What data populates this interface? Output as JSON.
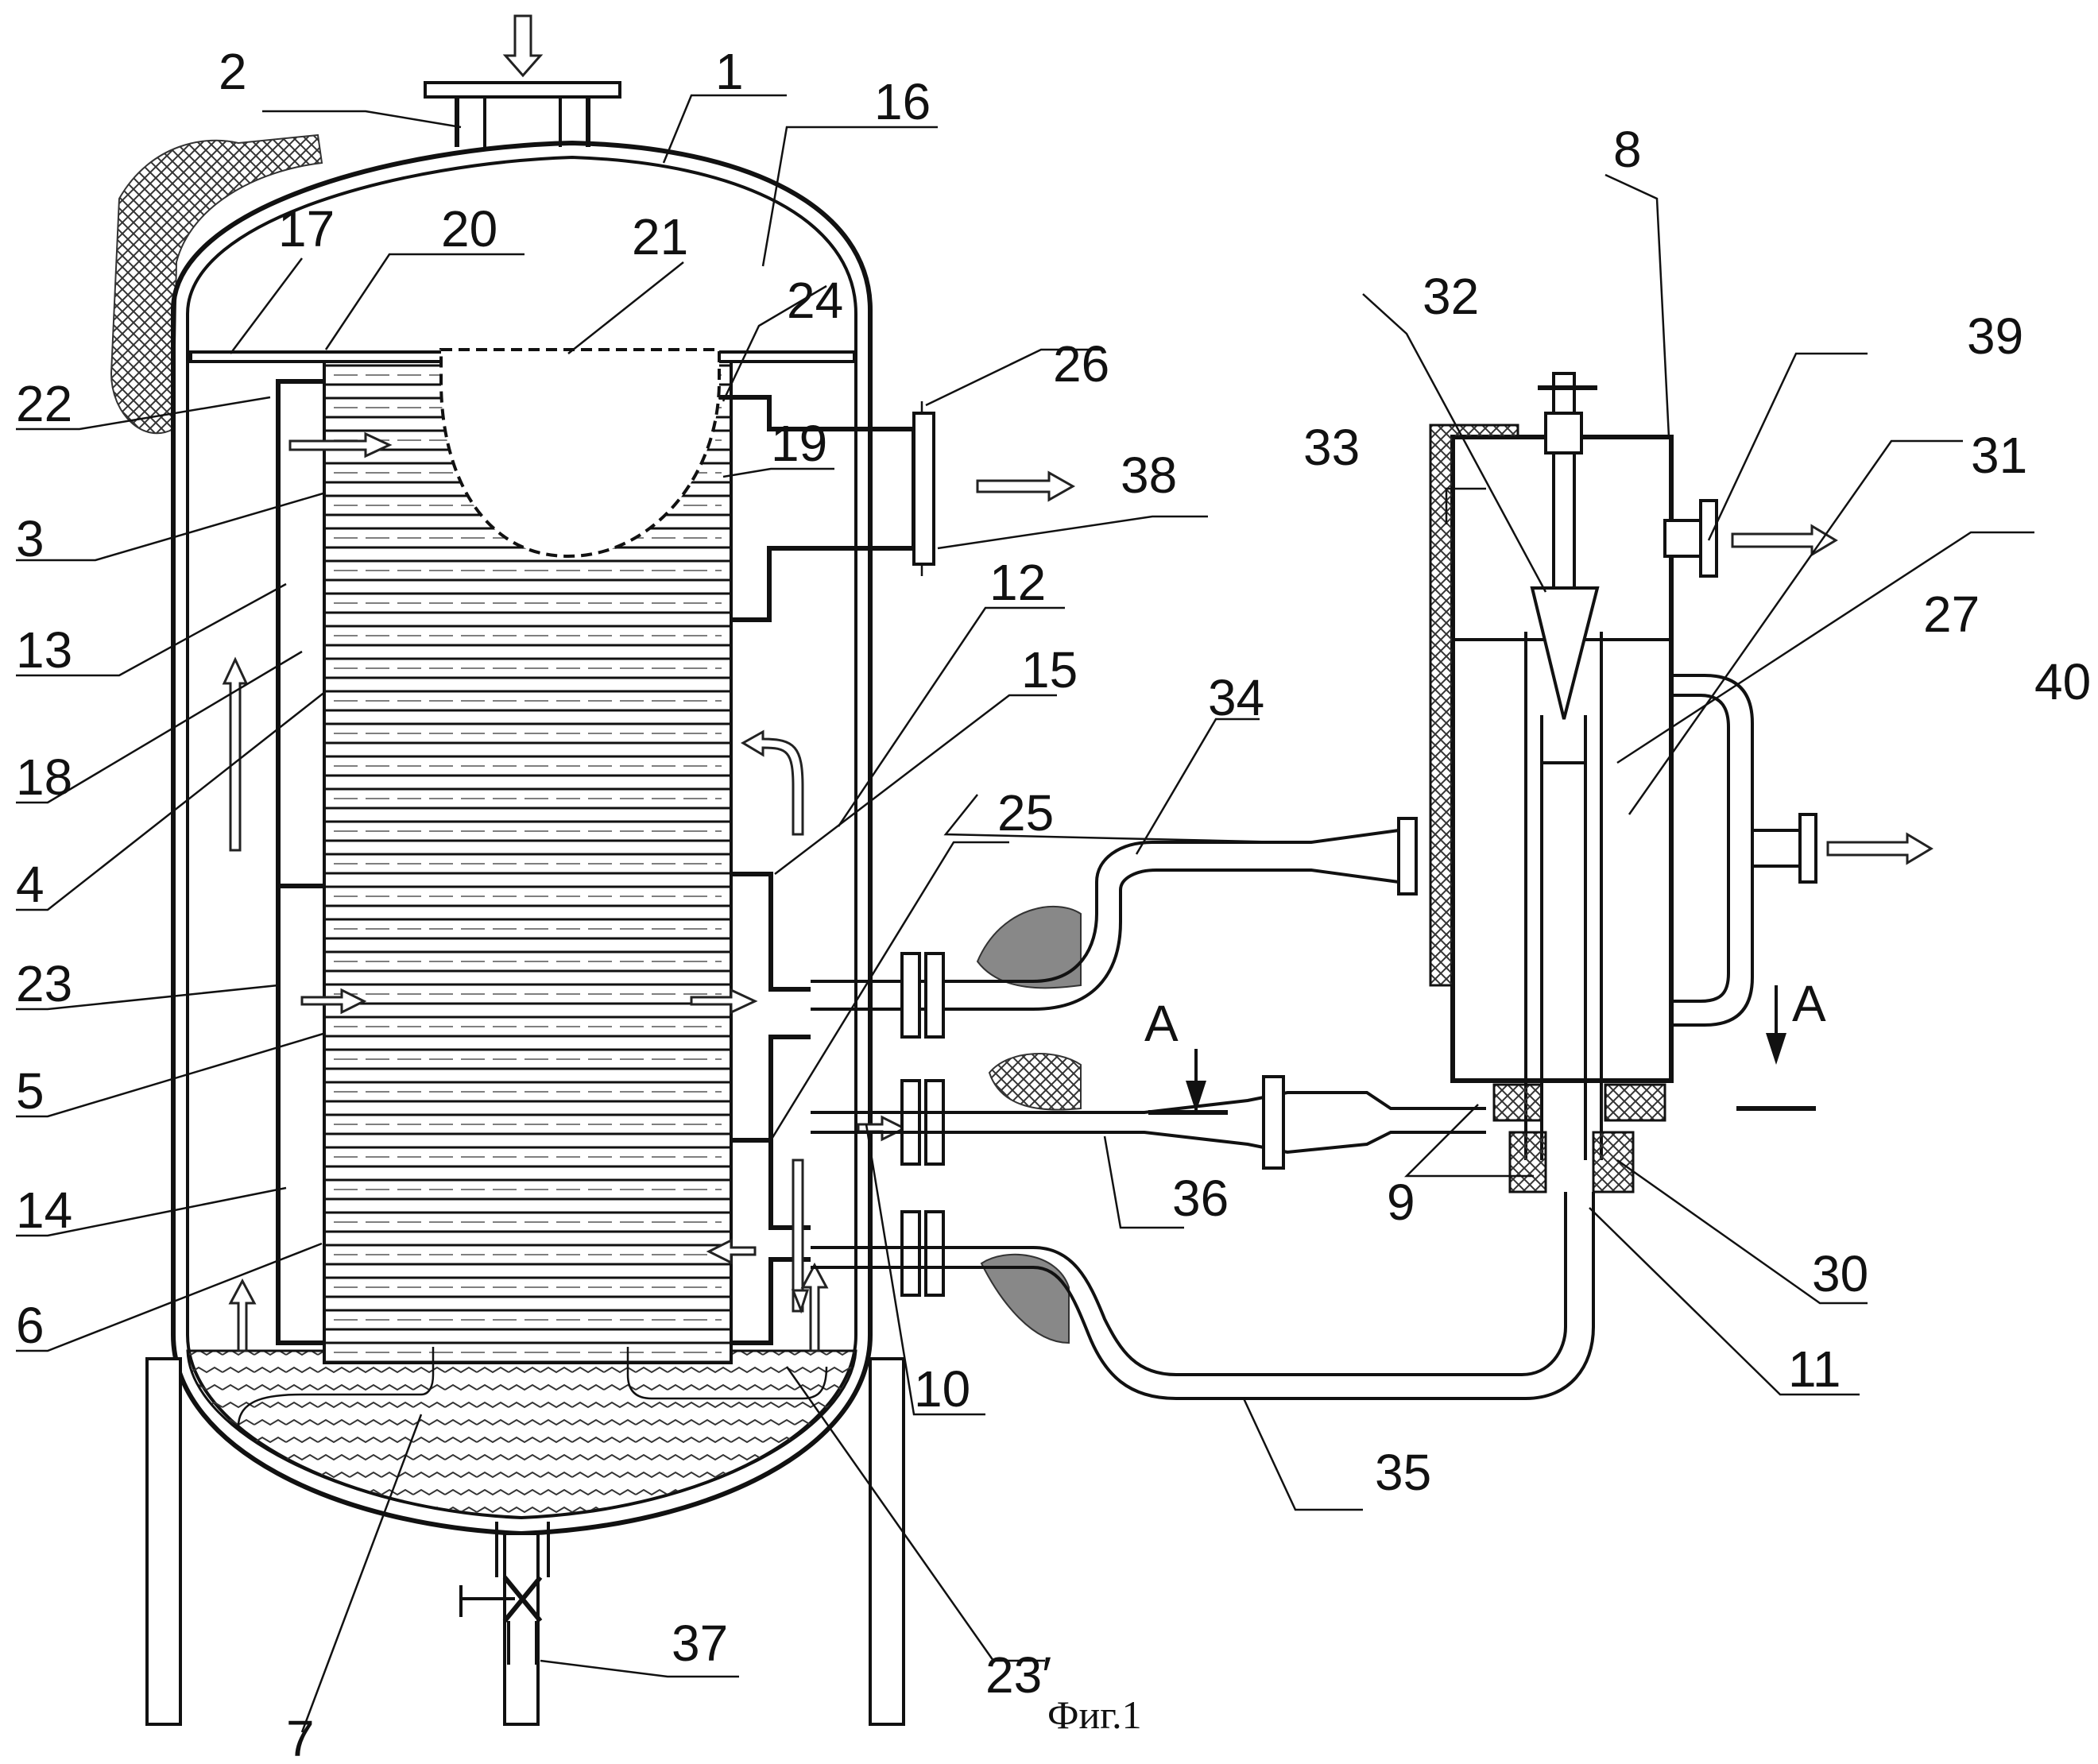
{
  "figure": {
    "caption": "Фиг.1",
    "section_mark": "A",
    "callouts": [
      {
        "id": "c1",
        "text": "1"
      },
      {
        "id": "c2",
        "text": "2"
      },
      {
        "id": "c3",
        "text": "3"
      },
      {
        "id": "c4",
        "text": "4"
      },
      {
        "id": "c5",
        "text": "5"
      },
      {
        "id": "c6",
        "text": "6"
      },
      {
        "id": "c7",
        "text": "7"
      },
      {
        "id": "c8",
        "text": "8"
      },
      {
        "id": "c9",
        "text": "9"
      },
      {
        "id": "c10",
        "text": "10"
      },
      {
        "id": "c11",
        "text": "11"
      },
      {
        "id": "c12",
        "text": "12"
      },
      {
        "id": "c13",
        "text": "13"
      },
      {
        "id": "c14",
        "text": "14"
      },
      {
        "id": "c15",
        "text": "15"
      },
      {
        "id": "c16",
        "text": "16"
      },
      {
        "id": "c17",
        "text": "17"
      },
      {
        "id": "c18",
        "text": "18"
      },
      {
        "id": "c19",
        "text": "19"
      },
      {
        "id": "c20",
        "text": "20"
      },
      {
        "id": "c21",
        "text": "21"
      },
      {
        "id": "c22",
        "text": "22"
      },
      {
        "id": "c23",
        "text": "23"
      },
      {
        "id": "c23p",
        "text": "23′"
      },
      {
        "id": "c24",
        "text": "24"
      },
      {
        "id": "c25",
        "text": "25"
      },
      {
        "id": "c26",
        "text": "26"
      },
      {
        "id": "c27",
        "text": "27"
      },
      {
        "id": "c30",
        "text": "30"
      },
      {
        "id": "c31",
        "text": "31"
      },
      {
        "id": "c32",
        "text": "32"
      },
      {
        "id": "c33",
        "text": "33"
      },
      {
        "id": "c34",
        "text": "34"
      },
      {
        "id": "c35",
        "text": "35"
      },
      {
        "id": "c36",
        "text": "36"
      },
      {
        "id": "c37",
        "text": "37"
      },
      {
        "id": "c38",
        "text": "38"
      },
      {
        "id": "c39",
        "text": "39"
      },
      {
        "id": "c40",
        "text": "40"
      }
    ]
  }
}
